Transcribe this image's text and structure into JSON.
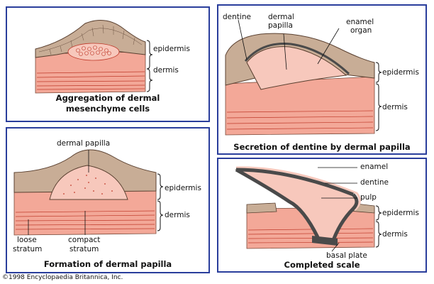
{
  "panels": {
    "aggregation": {
      "caption_line1": "Aggregation of dermal",
      "caption_line2": "mesenchyme cells",
      "labels": {
        "epidermis": "epidermis",
        "dermis": "dermis"
      }
    },
    "formation": {
      "caption": "Formation of dermal papilla",
      "labels": {
        "dermal_papilla": "dermal papilla",
        "epidermis": "epidermis",
        "dermis": "dermis",
        "loose_1": "loose",
        "loose_2": "stratum",
        "compact_1": "compact",
        "compact_2": "stratum"
      }
    },
    "secretion": {
      "caption": "Secretion of dentine by dermal papilla",
      "labels": {
        "dentine": "dentine",
        "dermal_1": "dermal",
        "dermal_2": "papilla",
        "enamel_1": "enamel",
        "enamel_2": "organ",
        "epidermis": "epidermis",
        "dermis": "dermis"
      }
    },
    "completed": {
      "caption": "Completed scale",
      "labels": {
        "enamel": "enamel",
        "dentine": "dentine",
        "pulp": "pulp",
        "epidermis": "epidermis",
        "dermis": "dermis",
        "basal_plate": "basal plate"
      }
    }
  },
  "copyright": "©1998 Encyclopaedia Britannica, Inc.",
  "colors": {
    "frame": "#2a3e9c",
    "epidermis": "#c8ad96",
    "dermis": "#f3a898",
    "dermis_light": "#f7c8bc",
    "dentine": "#4a4a4a",
    "fiber": "#d84030"
  }
}
